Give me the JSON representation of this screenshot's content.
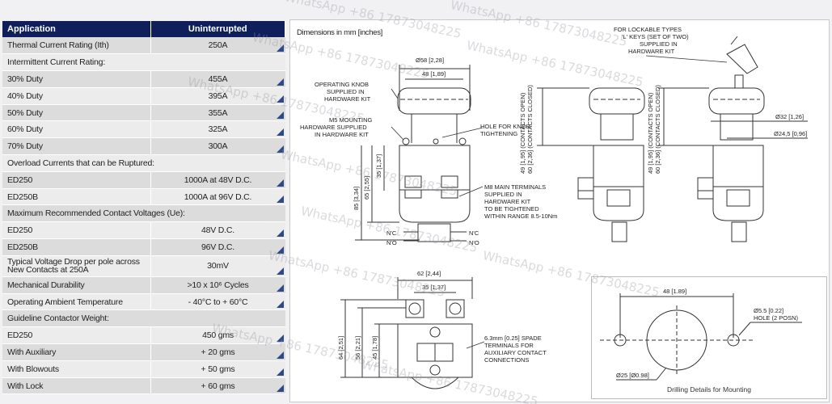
{
  "table": {
    "header": {
      "col1": "Application",
      "col2": "Uninterrupted"
    },
    "rows": [
      {
        "label": "Thermal Current Rating (Ith)",
        "value": "250A"
      },
      {
        "label": "Intermittent Current Rating:",
        "value": ""
      },
      {
        "label": "30% Duty",
        "value": "455A"
      },
      {
        "label": "40% Duty",
        "value": "395A"
      },
      {
        "label": "50% Duty",
        "value": "355A"
      },
      {
        "label": "60% Duty",
        "value": "325A"
      },
      {
        "label": "70% Duty",
        "value": "300A"
      },
      {
        "label": "Overload Currents that can be Ruptured:",
        "value": ""
      },
      {
        "label": "ED250",
        "value": "1000A at 48V D.C."
      },
      {
        "label": "ED250B",
        "value": "1000A at 96V D.C."
      },
      {
        "label": "Maximum Recommended Contact Voltages (Ue):",
        "value": ""
      },
      {
        "label": "ED250",
        "value": "48V D.C."
      },
      {
        "label": "ED250B",
        "value": "96V D.C."
      },
      {
        "label": "Typical Voltage Drop per pole across New Contacts at 250A",
        "value": "30mV"
      },
      {
        "label": "Mechanical Durability",
        "value": ">10 x 10⁶ Cycles"
      },
      {
        "label": "Operating Ambient Temperature",
        "value": "- 40°C to + 60°C"
      },
      {
        "label": "Guideline Contactor Weight:",
        "value": ""
      },
      {
        "label": "ED250",
        "value": "450 gms"
      },
      {
        "label": "With Auxiliary",
        "value": "+ 20 gms"
      },
      {
        "label": "With Blowouts",
        "value": "+ 50 gms"
      },
      {
        "label": "With Lock",
        "value": "+ 60 gms"
      }
    ]
  },
  "drawing": {
    "title": "Dimensions in mm [inches]",
    "labels": {
      "knob_dia": "Ø58 [2,28]",
      "knob_width": "48 [1,89]",
      "operating_knob": "OPERATING KNOB SUPPLIED IN HARDWARE KIT",
      "m5_mounting": "M5 MOUNTING HARDWARE SUPPLIED IN HARDWARE KIT",
      "hole_knob": "HOLE FOR KNOB TIGHTENING",
      "m8_terminals": "M8 MAIN TERMINALS SUPPLIED IN HARDWARE KIT TO BE TIGHTENED WITHIN RANGE 8.5-10Nm",
      "h85": "85 [3,34]",
      "h65": "65 [2,55]",
      "h35": "35 [1,37]",
      "nc": "N'C",
      "no": "N'O",
      "contacts_open": "49 [1,95] (CONTACTS OPEN)",
      "contacts_closed": "60 [2,36] (CONTACTS CLOSED)",
      "lockable": "FOR LOCKABLE TYPES 'L' KEYS (SET OF TWO) SUPPLIED IN HARDWARE KIT",
      "dia32": "Ø32 [1,26]",
      "dia245": "Ø24,5 [0,96]",
      "w62": "62 [2,44]",
      "w35": "35 [1,37]",
      "h64": "64 [2,51]",
      "h56": "56 [2,21]",
      "h45": "45 [1,78]",
      "spade": "6.3mm [0.25] SPADE TERMINALS FOR AUXILIARY CONTACT CONNECTIONS",
      "drill_spacing": "48 [1.89]",
      "drill_hole": "Ø5.5 [0.22] HOLE (2 POSN)",
      "drill_center": "Ø25 [Ø0.98]",
      "drill_caption": "Drilling Details for Mounting"
    }
  },
  "watermark": "WhatsApp +86 17873048225"
}
